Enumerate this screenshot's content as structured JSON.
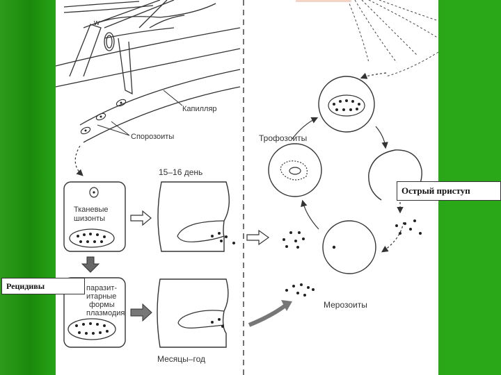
{
  "diagram": {
    "labels": {
      "capillary": "Капилляр",
      "sporozoites": "Спорозоиты",
      "days": "15–16 день",
      "tissue_schizonts_1": "Тканевые",
      "tissue_schizonts_2": "шизонты",
      "paraerythrocytic_1": "паразит-",
      "paraerythrocytic_2": "итарные",
      "paraerythrocytic_3": "формы",
      "paraerythrocytic_4": "плазмодия",
      "months_year": "Месяцы–год",
      "trophozoites": "Трофозоиты",
      "merozoites": "Мерозоиты"
    },
    "callouts": {
      "relapses": "Рецидивы",
      "acute_attack": "Острый приступ"
    }
  },
  "colors": {
    "background_green": "#2aa818",
    "panel": "#ffffff",
    "ink": "#333333"
  }
}
